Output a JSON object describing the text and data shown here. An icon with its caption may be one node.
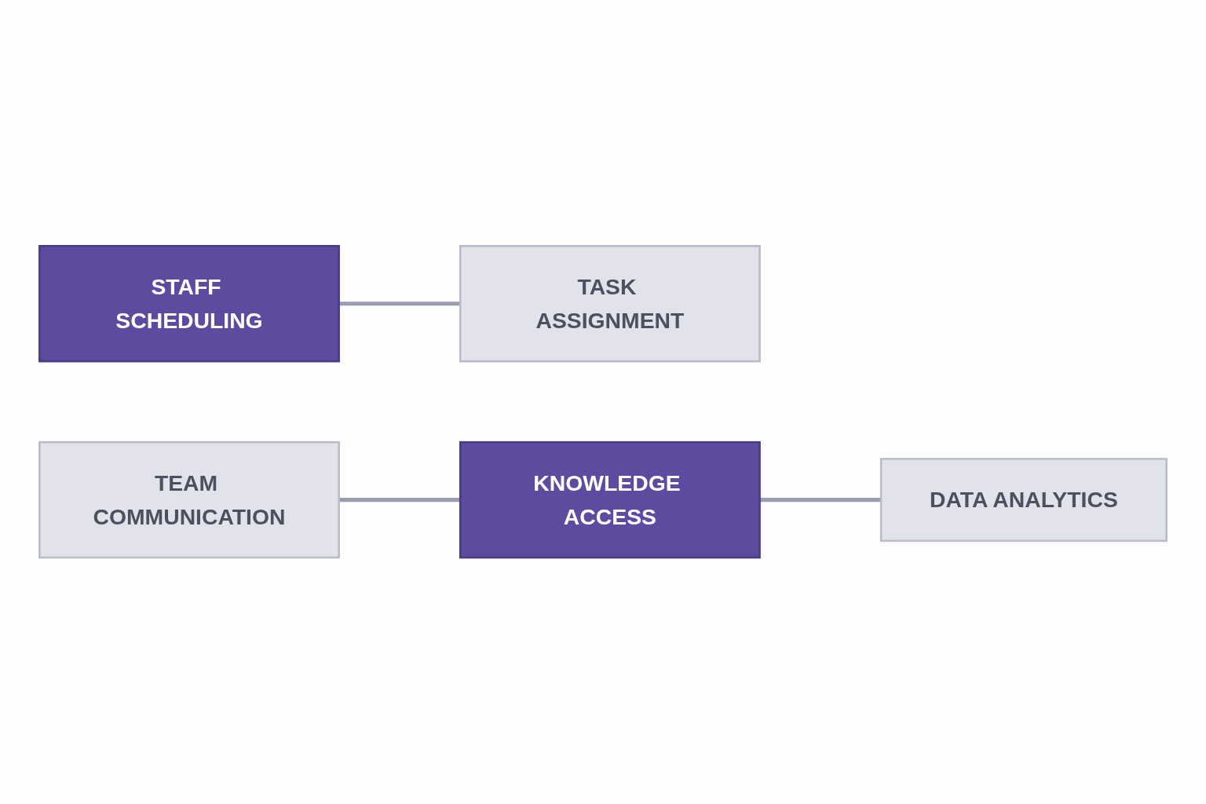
{
  "diagram": {
    "nodes": [
      {
        "text": [
          "STAFF SCHEDULING"
        ]
      },
      {
        "text": [
          "TASK ASSIGNMENT"
        ]
      },
      {
        "text": [
          "TEAM COMMUNICATION"
        ]
      },
      {
        "text": [
          "KNOWLEDGE ACCESS"
        ]
      },
      {
        "text": [
          "DATA ANALYTICS"
        ]
      }
    ],
    "edges": [
      {
        "from": 0,
        "to": 1,
        "arrow": "none"
      },
      {
        "from": 2,
        "to": 3,
        "arrow": "none"
      },
      {
        "from": 3,
        "to": 4,
        "arrow": "none"
      }
    ]
  }
}
